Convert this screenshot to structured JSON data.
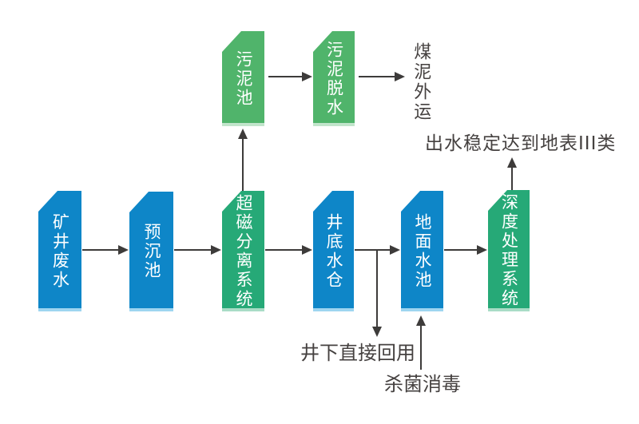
{
  "diagram": {
    "nodes": [
      {
        "id": "sludge-pool",
        "label": "污泥池",
        "color": "green_light"
      },
      {
        "id": "sludge-dewatering",
        "label": "污泥脱水",
        "color": "green_light"
      },
      {
        "id": "mine-wastewater",
        "label": "矿井废水",
        "color": "blue"
      },
      {
        "id": "pre-sedimentation",
        "label": "预沉池",
        "color": "blue"
      },
      {
        "id": "super-magnetic",
        "label": "超磁分离系统",
        "color": "green_teal"
      },
      {
        "id": "shaft-bottom-sump",
        "label": "井底水仓",
        "color": "blue"
      },
      {
        "id": "surface-pool",
        "label": "地面水池",
        "color": "blue"
      },
      {
        "id": "advanced-treatment",
        "label": "深度处理系统",
        "color": "green_teal"
      }
    ],
    "labels": {
      "coal_sludge_out": "煤泥外运",
      "effluent_standard": "出水稳定达到地表III类",
      "underground_reuse": "井下直接回用",
      "disinfection": "杀菌消毒"
    },
    "colors": {
      "blue": "#0e86c8",
      "blue_edge": "#9ed5f0",
      "green_light": "#50b46b",
      "green_light_edge": "#c2e5cb",
      "green_teal": "#26a977",
      "green_teal_edge": "#a9dcc6",
      "arrow": "#3d3b3a",
      "text": "#454140",
      "background": "#ffffff"
    }
  }
}
